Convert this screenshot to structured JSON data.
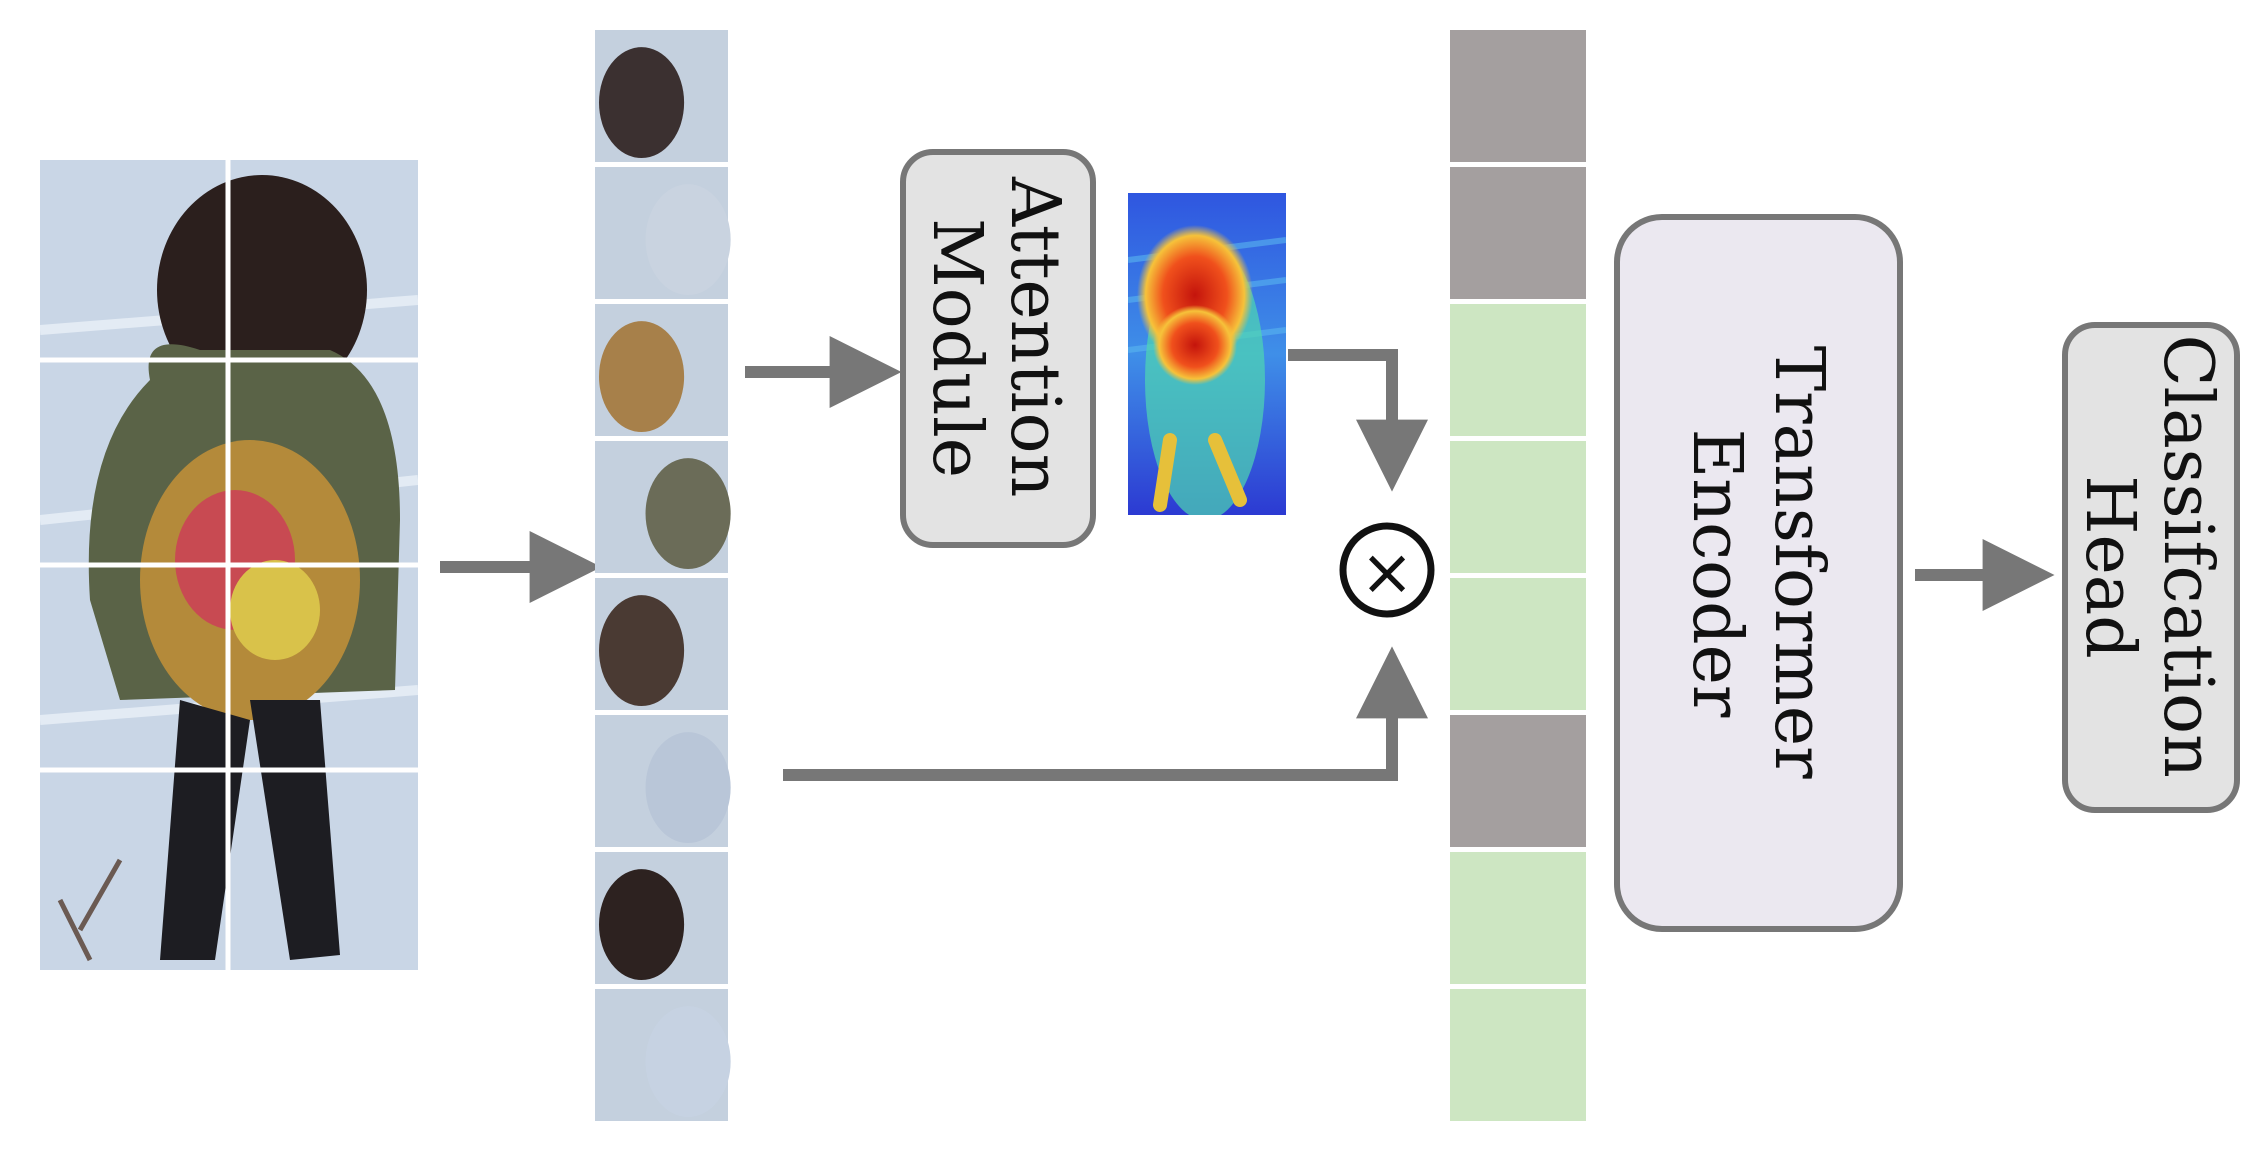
{
  "colors": {
    "arrow": "#777777",
    "box_fill": "#e3e3e3",
    "box_stroke": "#777777",
    "encoder_fill": "#ebe8f0",
    "token_kept": "#cde6c2",
    "token_masked": "#a49f9f",
    "photo_bg": "#c9d6e6",
    "heatmap_hot": "#e02a1a",
    "heatmap_cool": "#2a3fd6"
  },
  "blocks": {
    "attention_module": {
      "line1": "Attention",
      "line2": "Module"
    },
    "transformer_encoder": {
      "line1": "Transformer",
      "line2": "Encoder"
    },
    "classification_head": {
      "line1": "Classifcation",
      "line2": "Head"
    }
  },
  "multiply_symbol": "×",
  "tokens": [
    "masked",
    "masked",
    "kept",
    "kept",
    "kept",
    "masked",
    "kept",
    "kept"
  ],
  "patch_count": 8,
  "icons": {
    "input_image": "pedestrian-photo",
    "attention_map": "heatmap-image",
    "multiply": "circled-times-icon"
  }
}
